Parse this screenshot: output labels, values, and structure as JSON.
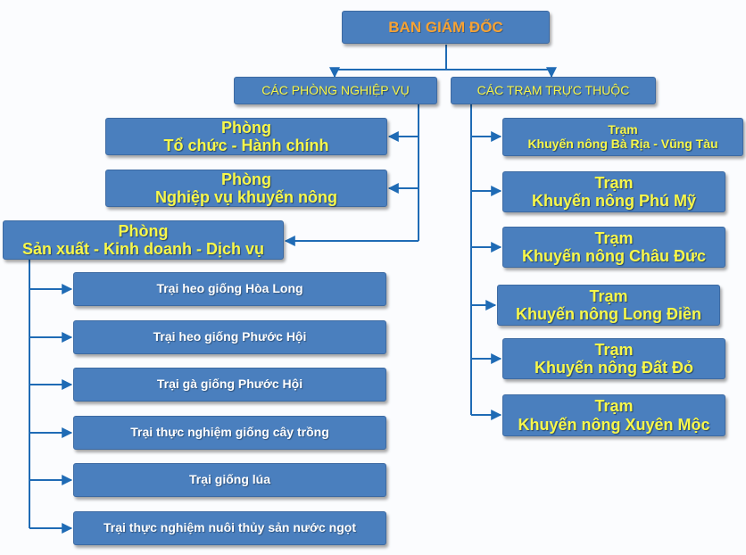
{
  "colors": {
    "box": "#4a7fbe",
    "connector": "#1f6bb5",
    "yellow_text": "#f7f74a",
    "orange_text": "#f7a233"
  },
  "top": {
    "label": "BAN GIÁM ĐỐC"
  },
  "branches": {
    "left": "CÁC PHÒNG NGHIỆP VỤ",
    "right": "CÁC TRẠM TRỰC THUỘC"
  },
  "departments": [
    {
      "line1": "Phòng",
      "line2": "Tổ chức - Hành chính"
    },
    {
      "line1": "Phòng",
      "line2": "Nghiệp vụ khuyến nông"
    },
    {
      "line1": "Phòng",
      "line2": "Sản xuất - Kinh doanh - Dịch vụ"
    }
  ],
  "farms": [
    "Trại heo giống Hòa Long",
    "Trại heo giống Phước Hội",
    "Trại gà giống Phước Hội",
    "Trại thực nghiệm giống cây trồng",
    "Trại giống lúa",
    "Trại thực nghiệm nuôi thủy sản nước ngọt"
  ],
  "stations": [
    {
      "line1": "Trạm",
      "line2": "Khuyến nông Bà Rịa - Vũng Tàu"
    },
    {
      "line1": "Trạm",
      "line2": "Khuyến nông Phú Mỹ"
    },
    {
      "line1": "Trạm",
      "line2": "Khuyến nông Châu Đức"
    },
    {
      "line1": "Trạm",
      "line2": "Khuyến nông Long Điền"
    },
    {
      "line1": "Trạm",
      "line2": "Khuyến nông Đất Đỏ"
    },
    {
      "line1": "Trạm",
      "line2": "Khuyến nông Xuyên Mộc"
    }
  ]
}
